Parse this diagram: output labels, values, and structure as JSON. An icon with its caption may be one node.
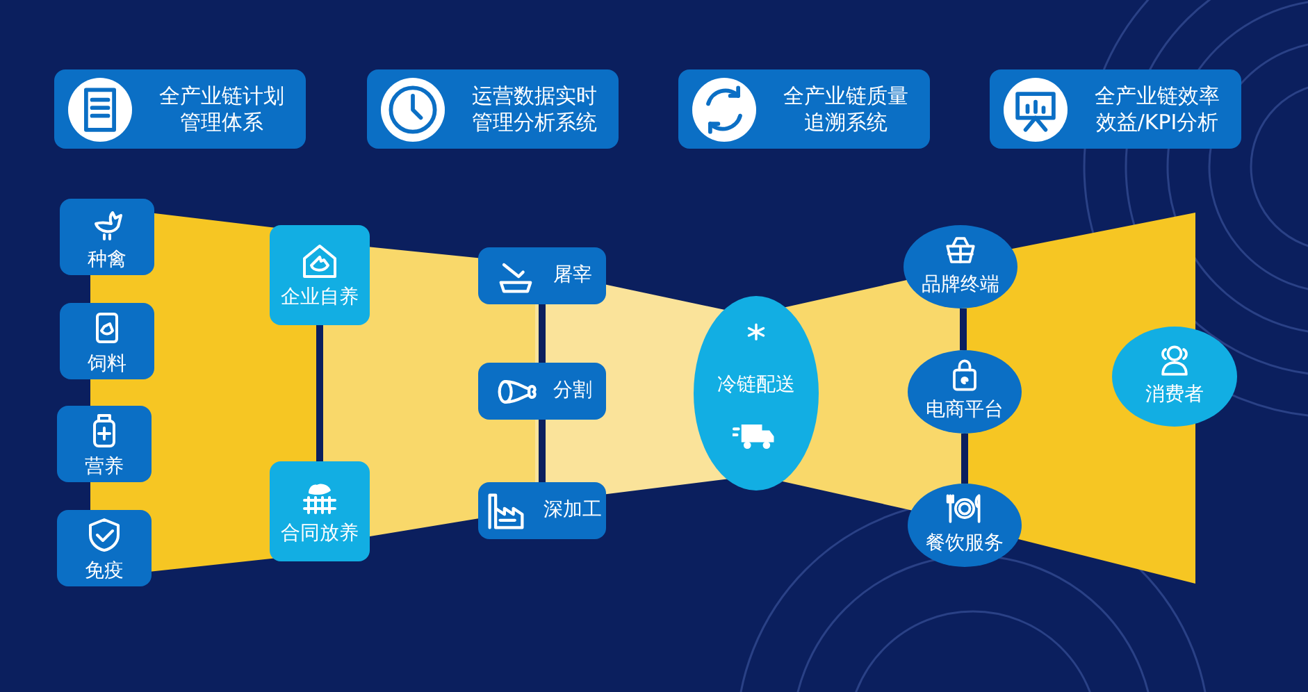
{
  "diagram": {
    "nodes": [
      {
        "text": [
          "全产业链计划管理体系"
        ]
      },
      {
        "text": [
          "运营数据实时管理分析系统"
        ]
      },
      {
        "text": [
          "全产业链质量追溯系统"
        ]
      },
      {
        "text": [
          "全产业链效率效益/KPI分析"
        ]
      },
      {
        "text": [
          "种禽"
        ]
      },
      {
        "text": [
          "饲料"
        ]
      },
      {
        "text": [
          "营养"
        ]
      },
      {
        "text": [
          "免疫"
        ]
      },
      {
        "text": [
          "企业自养"
        ]
      },
      {
        "text": [
          "合同放养"
        ]
      },
      {
        "text": [
          "屠宰"
        ]
      },
      {
        "text": [
          "分割"
        ]
      },
      {
        "text": [
          "深加工"
        ]
      },
      {
        "text": [
          "冷链配送"
        ]
      },
      {
        "text": [
          "品牌终端"
        ]
      },
      {
        "text": [
          "电商平台"
        ]
      },
      {
        "text": [
          "餐饮服务"
        ]
      },
      {
        "text": [
          "消费者"
        ]
      }
    ],
    "edges": [
      {
        "from": 8,
        "to": 9,
        "arrow": "none"
      },
      {
        "from": 10,
        "to": 11,
        "arrow": "none"
      },
      {
        "from": 11,
        "to": 12,
        "arrow": "none"
      },
      {
        "from": 14,
        "to": 15,
        "arrow": "none"
      },
      {
        "from": 15,
        "to": 16,
        "arrow": "none"
      }
    ]
  }
}
